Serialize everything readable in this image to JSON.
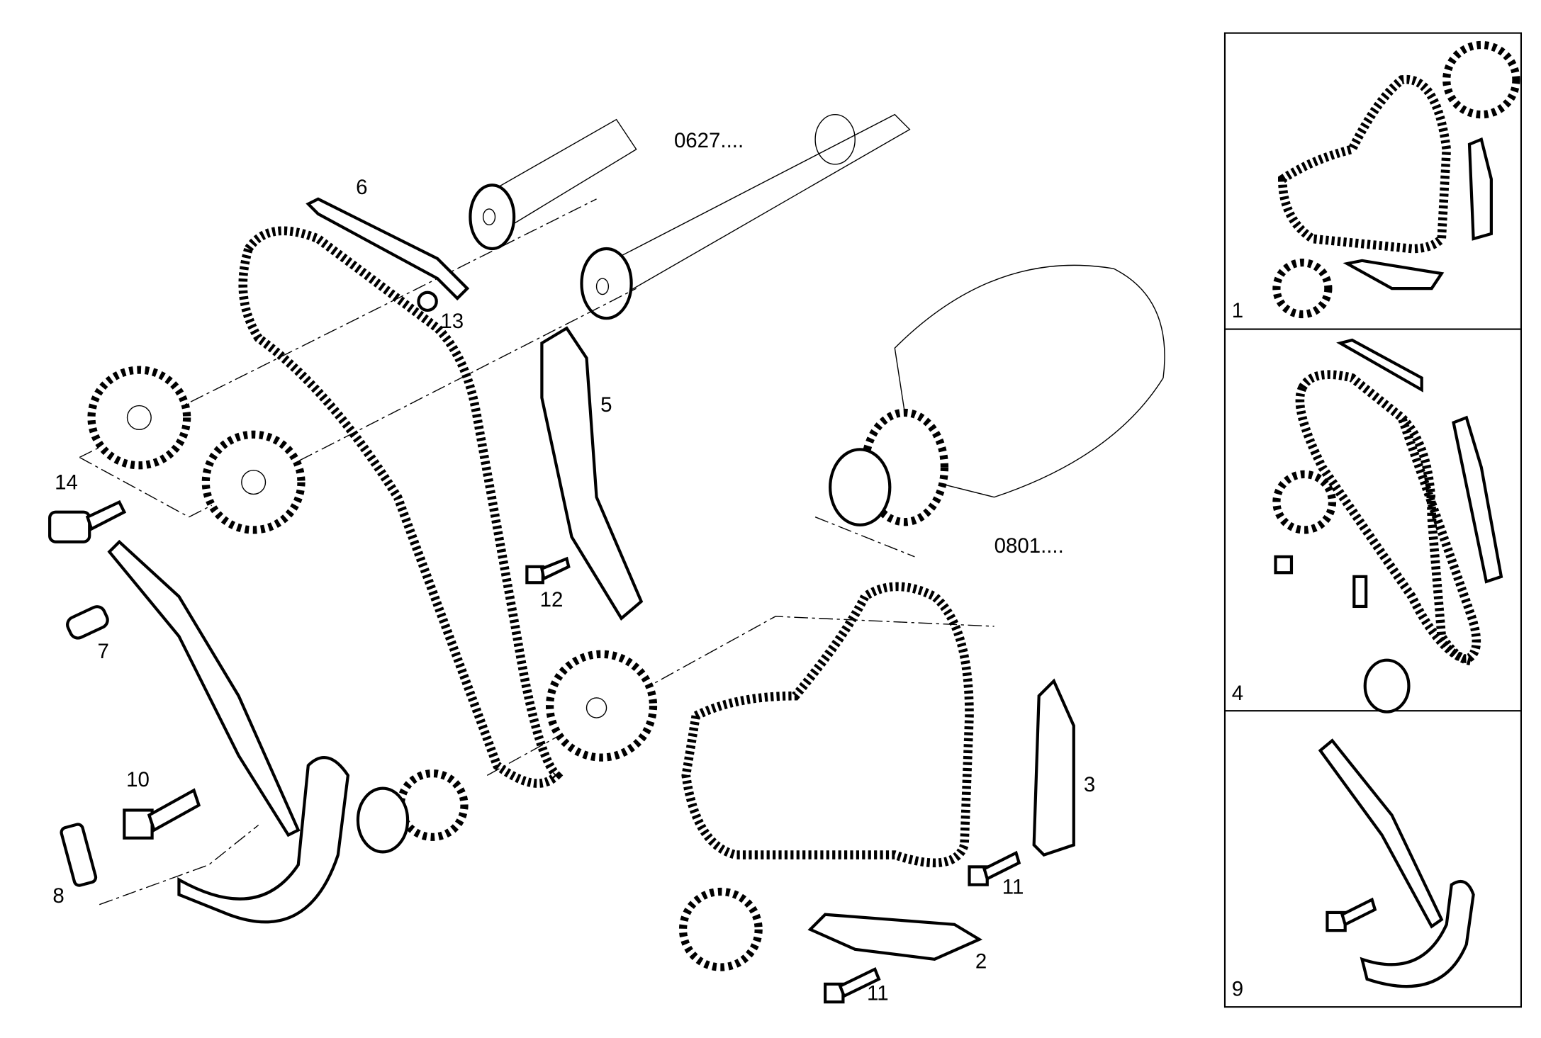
{
  "diagram": {
    "reference_labels": {
      "camshaft": "0627....",
      "crankshaft": "0801...."
    },
    "callouts": [
      "1",
      "2",
      "3",
      "4",
      "5",
      "6",
      "7",
      "8",
      "9",
      "10",
      "11",
      "12",
      "13",
      "14"
    ],
    "main_callouts": {
      "c6": "6",
      "c13": "13",
      "c5": "5",
      "c14": "14",
      "c12": "12",
      "c7": "7",
      "c10": "10",
      "c3": "3",
      "c8": "8",
      "c11a": "11",
      "c2": "2",
      "c11b": "11"
    },
    "kit_panels": [
      {
        "label": "1"
      },
      {
        "label": "4"
      },
      {
        "label": "9"
      }
    ]
  }
}
